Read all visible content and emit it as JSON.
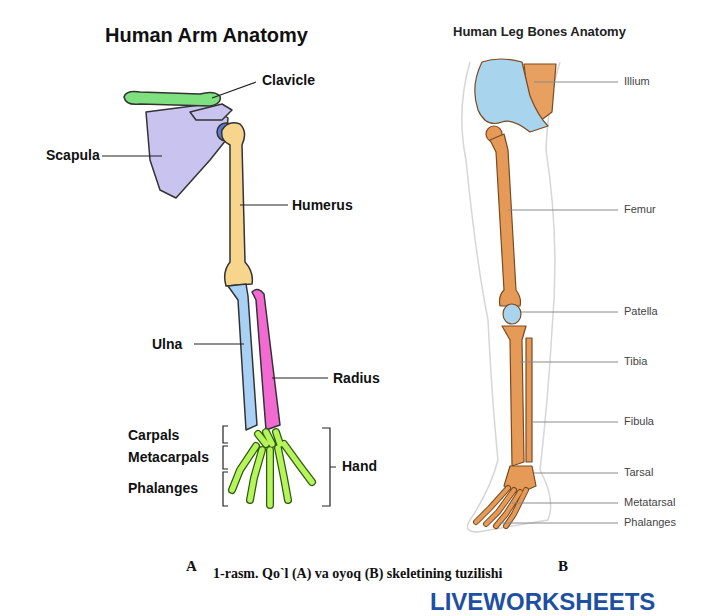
{
  "diagram": {
    "caption": "1-rasm. Qo`l (A) va oyoq (B) skeletining tuzilishi",
    "labels": [
      "Human Arm Anatomy",
      "Clavicle",
      "Scapula",
      "Humerus",
      "Ulna",
      "Radius",
      "Carpals",
      "Metacarpals",
      "Phalanges",
      "Hand",
      "Human Leg Bones Anatomy",
      "Illium",
      "Femur",
      "Patella",
      "Tibia",
      "Fibula",
      "Tarsal",
      "Metatarsal",
      "Phalanges",
      "A",
      "B",
      "LIVEWORKSHEETS"
    ]
  }
}
